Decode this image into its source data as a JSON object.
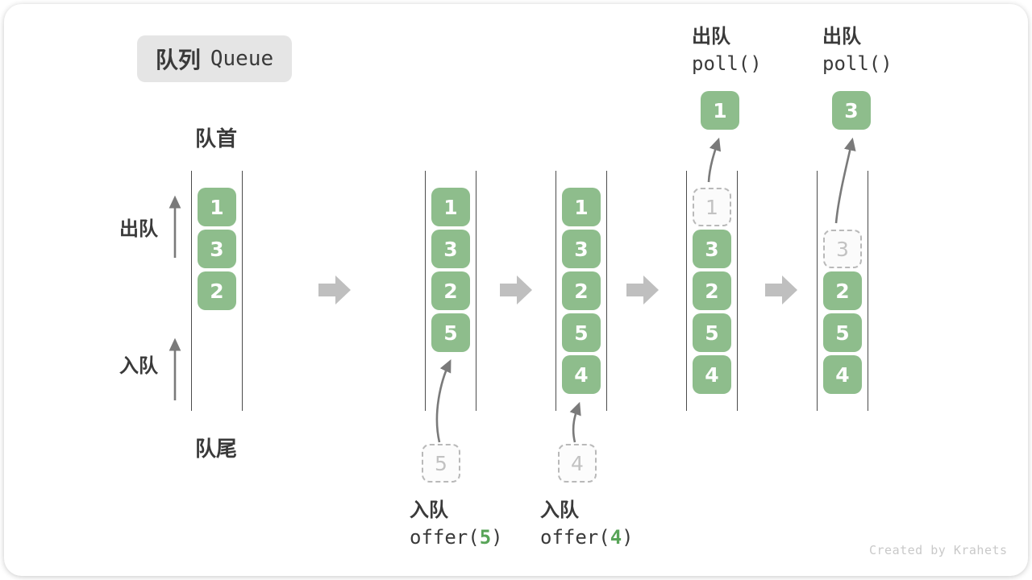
{
  "title": {
    "badge_zh": "队列",
    "badge_en": "Queue"
  },
  "labels": {
    "front": "队首",
    "rear": "队尾",
    "dequeue": "出队",
    "enqueue": "入队"
  },
  "watermark": "Created by Krahets",
  "colors": {
    "box_green": "#8EBD8C",
    "code_number_green": "#58A458",
    "block_arrow_gray": "#BFBFBF",
    "thin_arrow_gray": "#7A7A7A",
    "ghost_text_gray": "#C2C2C2",
    "label_dark": "#3A3A3A",
    "badge_bg": "#E5E5E5"
  },
  "states": [
    {
      "name": "initial",
      "cells": [
        {
          "v": "1"
        },
        {
          "v": "3"
        },
        {
          "v": "2"
        }
      ]
    },
    {
      "name": "after-offer-5",
      "cells": [
        {
          "v": "1"
        },
        {
          "v": "3"
        },
        {
          "v": "2"
        },
        {
          "v": "5"
        }
      ],
      "incoming": {
        "v": "5"
      },
      "caption": {
        "zh": "入队",
        "code_pre": "offer(",
        "code_num": "5",
        "code_post": ")"
      }
    },
    {
      "name": "after-offer-4",
      "cells": [
        {
          "v": "1"
        },
        {
          "v": "3"
        },
        {
          "v": "2"
        },
        {
          "v": "5"
        },
        {
          "v": "4"
        }
      ],
      "incoming": {
        "v": "4"
      },
      "caption": {
        "zh": "入队",
        "code_pre": "offer(",
        "code_num": "4",
        "code_post": ")"
      }
    },
    {
      "name": "after-poll-1",
      "cells": [
        {
          "v": "1",
          "removed": true
        },
        {
          "v": "3"
        },
        {
          "v": "2"
        },
        {
          "v": "5"
        },
        {
          "v": "4"
        }
      ],
      "outgoing": {
        "v": "1"
      },
      "caption": {
        "zh": "出队",
        "code": "poll()"
      }
    },
    {
      "name": "after-poll-3",
      "cells": [
        {
          "v": "3",
          "removed": true
        },
        {
          "v": "2"
        },
        {
          "v": "5"
        },
        {
          "v": "4"
        }
      ],
      "outgoing": {
        "v": "3"
      },
      "caption": {
        "zh": "出队",
        "code": "poll()"
      }
    }
  ]
}
